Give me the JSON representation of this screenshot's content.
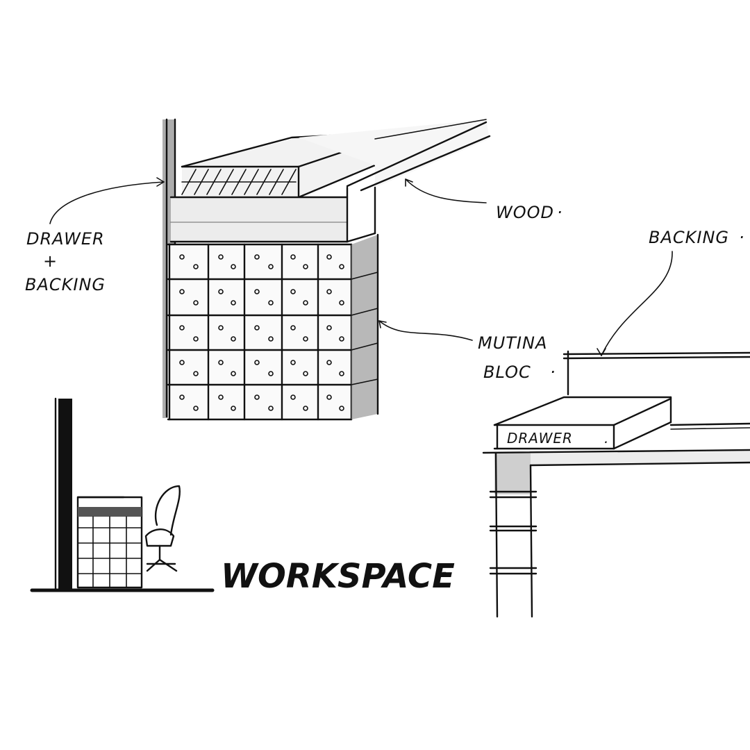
{
  "labels": {
    "drawer_backing_line1": "DRAWER",
    "drawer_backing_plus": "+",
    "drawer_backing_line2": "BACKING",
    "wood": "WOOD",
    "wood_dot": "·",
    "backing": "BACKING",
    "backing_dot": "·",
    "mutina_line1": "MUTINA",
    "mutina_line2": "BLOC",
    "mutina_dot": "·",
    "drawer": "DRAWER",
    "drawer_dot": ".",
    "workspace": "WORKSPACE",
    "workspace_dot": "·"
  },
  "colors": {
    "ink": "#111111",
    "paper": "#ffffff",
    "shade": "#cfcfcf"
  }
}
